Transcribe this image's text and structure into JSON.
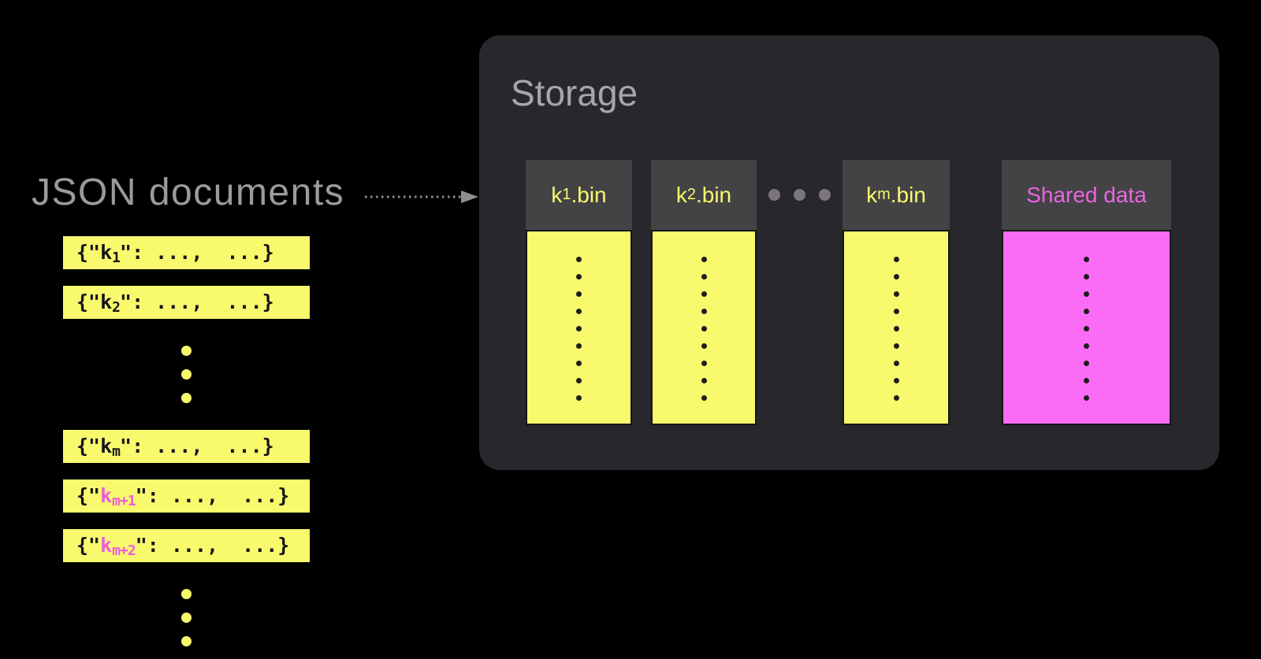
{
  "left_panel": {
    "title": "JSON documents",
    "doc_template": {
      "open": "{\"",
      "key_base": "k",
      "close": "\": ...,  ...}"
    },
    "rows": [
      {
        "type": "doc",
        "sub": "1",
        "pink": false
      },
      {
        "type": "doc",
        "sub": "2",
        "pink": false
      },
      {
        "type": "ellipsis"
      },
      {
        "type": "doc",
        "sub": "m",
        "pink": false
      },
      {
        "type": "doc",
        "sub": "m+1",
        "pink": true
      },
      {
        "type": "doc",
        "sub": "m+2",
        "pink": true
      },
      {
        "type": "ellipsis"
      }
    ]
  },
  "storage_panel": {
    "title": "Storage",
    "columns": [
      {
        "type": "bin",
        "label_base": "k",
        "label_sub": "1",
        "label_ext": ".bin",
        "variant": "yellow",
        "dot_count": 9
      },
      {
        "type": "bin",
        "label_base": "k",
        "label_sub": "2",
        "label_ext": ".bin",
        "variant": "yellow",
        "dot_count": 9
      },
      {
        "type": "ellipsis"
      },
      {
        "type": "bin",
        "label_base": "k",
        "label_sub": "m",
        "label_ext": ".bin",
        "variant": "yellow",
        "dot_count": 9
      },
      {
        "type": "shared",
        "label": "Shared data",
        "variant": "magenta",
        "dot_count": 9
      }
    ]
  },
  "colors": {
    "background": "#000000",
    "yellow": "#f9f96e",
    "magenta": "#fb6cf6",
    "pink_key_text": "#ef5bdc",
    "shared_header_text": "#e966e0",
    "panel_bg": "#28282c",
    "column_header_bg": "#434345",
    "title_gray": "#9b9b9d",
    "storage_title_gray": "#a7a7a9",
    "arrow_gray": "#8f8f92"
  }
}
